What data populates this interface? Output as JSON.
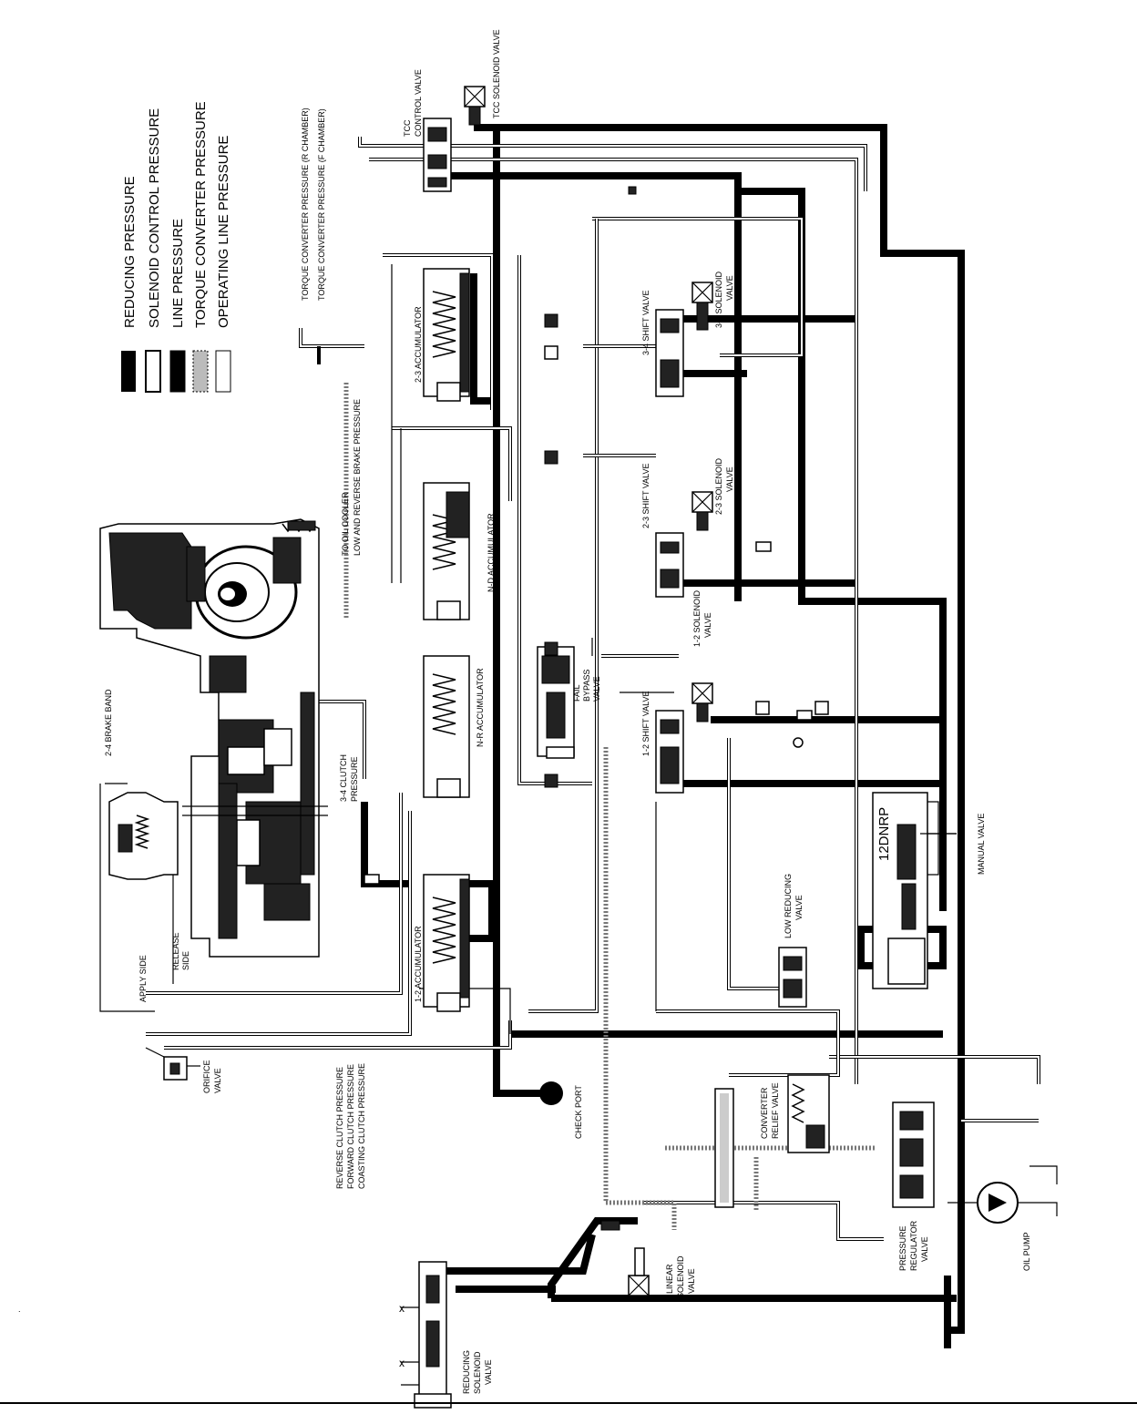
{
  "legend": [
    {
      "label": "REDUCING PRESSURE",
      "pattern": "solid-black"
    },
    {
      "label": "SOLENOID CONTROL PRESSURE",
      "pattern": "outline"
    },
    {
      "label": "LINE PRESSURE",
      "pattern": "solid-black-thick"
    },
    {
      "label": "TORQUE CONVERTER PRESSURE",
      "pattern": "stippled"
    },
    {
      "label": "OPERATING LINE PRESSURE",
      "pattern": "thin-outline"
    }
  ],
  "labels": {
    "tcc_solenoid": "TCC SOLENOID VALVE",
    "tcc_control_1": "TCC",
    "tcc_control_2": "CONTROL VALVE",
    "tc_r": "TORQUE CONVERTER PRESSURE (R CHAMBER)",
    "tc_f": "TORQUE CONVERTER PRESSURE (F CHAMBER)",
    "acc_23": "2-3 ACCUMULATOR",
    "acc_nd": "N-D ACCUMULATOR",
    "acc_nr": "N-R ACCUMULATOR",
    "acc_12": "1-2 ACCUMULATOR",
    "shift_34": "3-4 SHIFT VALVE",
    "sol_34_1": "3-4 SOLENOID",
    "sol_34_2": "VALVE",
    "shift_23": "2-3 SHIFT VALVE",
    "sol_23_1": "2-3 SOLENOID",
    "sol_23_2": "VALVE",
    "shift_12": "1-2 SHIFT VALVE",
    "sol_12_1": "1-2 SOLENOID",
    "sol_12_2": "VALVE",
    "fail_bypass_1": "FAIL",
    "fail_bypass_2": "BYPASS",
    "fail_bypass_3": "VALVE",
    "oil_cooler": "TO OIL COOLER",
    "low_rev_brake": "LOW AND REVERSE BRAKE PRESSURE",
    "brake_band": "2-4 BRAKE BAND",
    "clutch_34_1": "3-4 CLUTCH",
    "clutch_34_2": "PRESSURE",
    "apply_side": "APPLY SIDE",
    "release_side_1": "RELEASE",
    "release_side_2": "SIDE",
    "orifice_1": "ORIFICE",
    "orifice_2": "VALVE",
    "rev_clutch": "REVERSE CLUTCH PRESSURE",
    "fwd_clutch": "FORWARD CLUTCH PRESSURE",
    "coast_clutch": "COASTING CLUTCH PRESSURE",
    "check_port": "CHECK PORT",
    "manual_valve": "MANUAL VALVE",
    "manual_positions": "12DNRP",
    "low_reducing_1": "LOW REDUCING",
    "low_reducing_2": "VALVE",
    "conv_relief_1": "CONVERTER",
    "conv_relief_2": "RELIEF VALVE",
    "pressure_reg_1": "PRESSURE",
    "pressure_reg_2": "REGULATOR",
    "pressure_reg_3": "VALVE",
    "oil_pump": "OIL PUMP",
    "linear_sol_1": "LINEAR",
    "linear_sol_2": "SOLENOID",
    "linear_sol_3": "VALVE",
    "reducing_sol_1": "REDUCING",
    "reducing_sol_2": "SOLENOID",
    "reducing_sol_3": "VALVE",
    "x_mark": "x"
  }
}
